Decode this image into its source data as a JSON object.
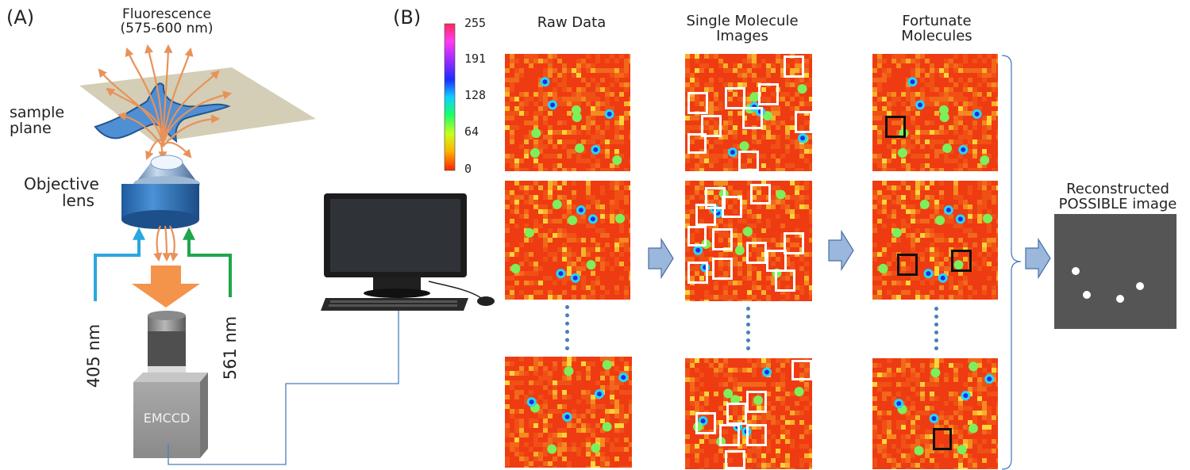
{
  "panels": {
    "a": "(A)",
    "b": "(B)"
  },
  "microscope": {
    "fluorescence_line1": "Fluorescence",
    "fluorescence_line2": "(575-600 nm)",
    "sample_plane_line1": "sample",
    "sample_plane_line2": "plane",
    "objective_line1": "Objective",
    "objective_line2": "lens",
    "laser_left": "405 nm",
    "laser_right": "561 nm",
    "camera": "EMCCD"
  },
  "colorbar": {
    "ticks": [
      "255",
      "191",
      "128",
      "64",
      "0"
    ]
  },
  "columns": {
    "raw": "Raw Data",
    "single_line1": "Single Molecule",
    "single_line2": "Images",
    "fortunate_line1": "Fortunate",
    "fortunate_line2": "Molecules"
  },
  "reconstruction": {
    "line1": "Reconstructed",
    "line2": "POSSIBLE image"
  },
  "colors": {
    "heat_background": "#ee3b12",
    "arrow_fill": "#9bb7dc",
    "arrow_stroke": "#4a6fa5",
    "laser_405": "#2aa7df",
    "laser_561": "#1fa64a",
    "fluorescence": "#e8925a",
    "reconstruction_bg": "#555555"
  }
}
